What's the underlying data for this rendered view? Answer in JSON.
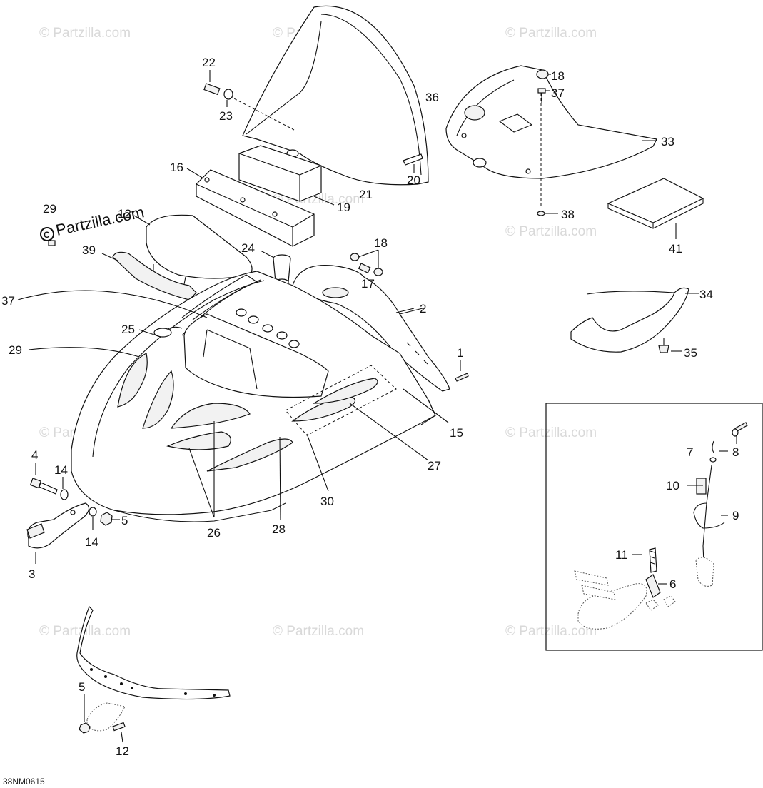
{
  "watermark": "© Partzilla.com",
  "logo_text": "Partzilla.com",
  "diagram_code": "38NM0615",
  "callouts": [
    "1",
    "2",
    "3",
    "4",
    "5",
    "6",
    "7",
    "8",
    "9",
    "10",
    "11",
    "12",
    "14",
    "15",
    "16",
    "17",
    "18",
    "19",
    "20",
    "21",
    "22",
    "23",
    "24",
    "25",
    "26",
    "27",
    "28",
    "29",
    "30",
    "33",
    "34",
    "35",
    "36",
    "37",
    "38",
    "39",
    "41"
  ]
}
